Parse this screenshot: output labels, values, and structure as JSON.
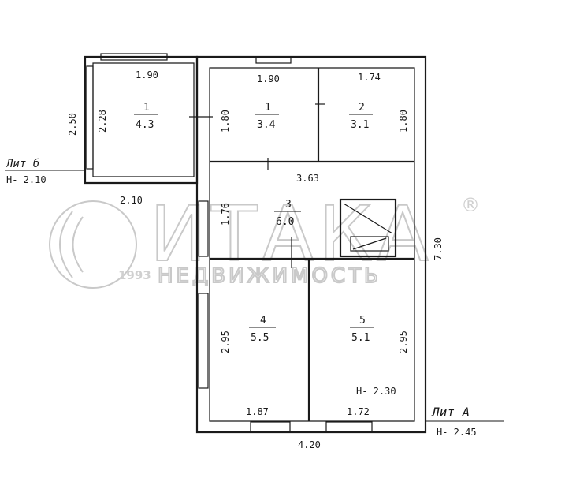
{
  "watermark": {
    "brand": "ИТАКА",
    "year": "1993",
    "tagline": "НЕДВИЖИМОСТЬ",
    "reg": "®"
  },
  "lit_b": {
    "name": "Лит б",
    "height": "Н- 2.10"
  },
  "lit_a": {
    "name": "Лит А",
    "height": "Н- 2.45"
  },
  "room_ceiling_note": "Н- 2.30",
  "rooms": [
    {
      "num": "1",
      "area": "4.3"
    },
    {
      "num": "1",
      "area": "3.4"
    },
    {
      "num": "2",
      "area": "3.1"
    },
    {
      "num": "3",
      "area": "6.0"
    },
    {
      "num": "4",
      "area": "5.5"
    },
    {
      "num": "5",
      "area": "5.1"
    }
  ],
  "dims": {
    "d1": "1.90",
    "d2": "2.50",
    "d3": "2.28",
    "d4": "2.10",
    "d5": "1.90",
    "d6": "1.80",
    "d7": "1.74",
    "d8": "1.80",
    "d9": "3.63",
    "d10": "1.76",
    "d11": "7.30",
    "d12": "2.95",
    "d13": "2.95",
    "d14": "1.87",
    "d15": "1.72",
    "d16": "4.20"
  }
}
